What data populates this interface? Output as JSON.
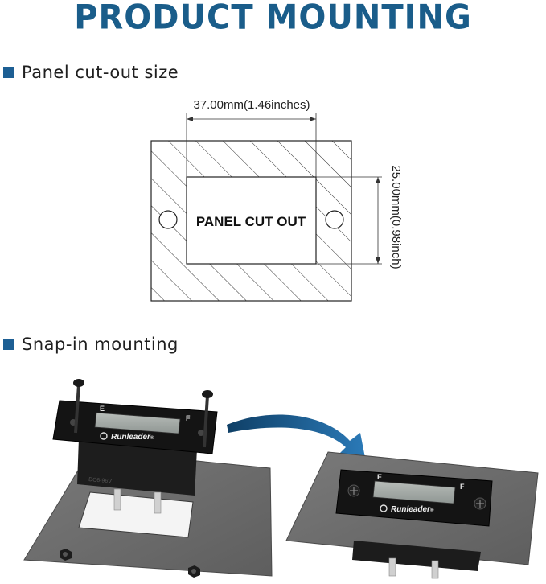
{
  "title": "PRODUCT MOUNTING",
  "sections": {
    "cutout": {
      "label": "Panel cut-out size"
    },
    "snapin": {
      "label": "Snap-in mounting"
    }
  },
  "diagram": {
    "width_dim": "37.00mm(1.46inches)",
    "height_dim": "25.00mm(0.98inch)",
    "center_label": "PANEL CUT OUT"
  },
  "device": {
    "brand": "Runleader",
    "registered": "®",
    "scale_empty": "E",
    "scale_full": "F"
  },
  "colors": {
    "title_blue": "#1a5d8a",
    "section_square": "#1d5f94",
    "arrow_blue": "#1c5f96",
    "panel_gray": "#6e6e6e",
    "bezel_black": "#141414"
  }
}
